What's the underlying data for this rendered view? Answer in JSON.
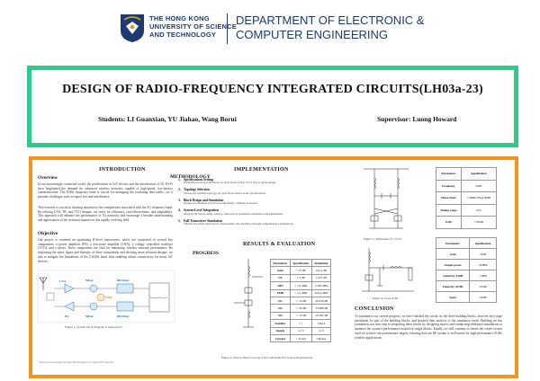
{
  "header": {
    "university_lines": [
      "THE HONG KONG",
      "UNIVERSITY OF SCIENCE",
      "AND TECHNOLOGY"
    ],
    "department_lines": [
      "DEPARTMENT OF ELECTRONIC &",
      "COMPUTER ENGINEERING"
    ]
  },
  "title": "DESIGN OF RADIO-FREQUENCY INTEGRATED CIRCUITS(LH03a-23)",
  "students": "Students: LI Guanxian, YU Jiahao, Wang Borui",
  "supervisor": "Supervisor: Luong Howard",
  "introduction": {
    "heading": "INTRODUCTION",
    "overview_heading": "Overview",
    "overview_text": "In our increasingly connected world, the proliferation of IoT devices and the introduction of 5G Wi-Fi have heightened the demand for advanced wireless networks capable of high-speed, low-latency communication. The 5GHz frequency band is crucial for managing the escalating data traffic, yet it presents challenges such as signal loss and interference.",
    "overview_text2": "This research is crucial in drawing attention to the complexities associated with the 5G frequency band. By refining LNA, PA, and VCO designs, we strive for efficiency, cost-effectiveness, and adaptability. This approach will enhance the performance of 5G networks and encourage a broader understanding and appreciation of the technical nuances in this rapidly evolving field.",
    "objective_heading": "Objective",
    "objective_text": "Our project is centered on optimizing R-level transceivers, which are comprised of several key components: a power amplifier (PA), a low-noise amplifier (LNA), a voltage controlled oscillator (VCO), and a mixer. These components are vital for enhancing wireless network performance. By improving the noise figure and linearity of these components and devising more efficient designs, we aim to mitigate the limitations of the 2.4GHz band, thus enabling robust connectivity for many IoT devices.",
    "block_labels": [
      "LNA",
      "Mixer",
      "VCO",
      "BB Filter",
      "PA",
      "Mixer",
      "BB Filter",
      "Baseband Processor"
    ],
    "figure_caption": "Figure 1. System block diagram of transceiver*",
    "footnote": "* https://www.researchgate.net/figure/Block-diagram-of-a-typical-RF-transceiver"
  },
  "implementation": {
    "heading": "IMPLEMENTATION",
    "methodology_heading": "METHODOLOGY",
    "steps": [
      {
        "title": "Specifications Setting",
        "desc": "Establish precise specifications for each block (LNA, VCO, PA) to guide design."
      },
      {
        "title": "Topology Selection",
        "desc": "Choose the optimal topology for each block based on the specifications."
      },
      {
        "title": "Block Design and Simulation",
        "desc": "Design and simulate each block individually, refining as needed."
      },
      {
        "title": "System-Level Integration",
        "desc": "Integrate all blocks using cadence, followed by systematic simulation and adjustments."
      },
      {
        "title": "Full Transceiver Simulation",
        "desc": "Validate the entire transceiver's functionality and reliability through comprehensive simulations."
      }
    ]
  },
  "results": {
    "heading": "RESULTS & EVALUATION",
    "progress_heading": "PROGRESS",
    "lna_table": {
      "headers": [
        "Parameters",
        "Specification",
        "Simulation"
      ],
      "rows": [
        [
          "Gain",
          "> 15 dB",
          "16.14 dB"
        ],
        [
          "NF",
          "< 3 dB",
          "1.675 dB"
        ],
        [
          "IIP3",
          "> -10 dBm",
          "-2.063 dBm"
        ],
        [
          "P1dB",
          "> -15 dBm",
          "-8.474 dBm"
        ],
        [
          "S11",
          "< -10 dB",
          "-20.918 dB"
        ],
        [
          "S12",
          "< -30 dB",
          "-75.988 dB"
        ],
        [
          "S22",
          "< -10 dB",
          "-10.362 dB"
        ],
        [
          "Stability",
          "> 1",
          "1.8e14"
        ],
        [
          "Supply",
          "1.2 V",
          "1.2 V"
        ],
        [
          "Current",
          "< 10 mA",
          "7.99 mA"
        ]
      ]
    },
    "lna_caption": "Figure 2. Narrow Band Cascode LNA with Inductive Source Degeneration",
    "vco_caption": "Figure 3. Differential LC VCO",
    "pa_caption": "Figure 4. Class-E PA",
    "vco_table": {
      "headers": [
        "Parameters",
        "Specification"
      ],
      "rows": [
        [
          "Frequency",
          "5GHz"
        ],
        [
          "Phase Noise",
          "<-98dBc/Hz@1MHz"
        ],
        [
          "Tuning range",
          "10%"
        ],
        [
          "FoM",
          ">183dB"
        ]
      ]
    },
    "pa_table": {
      "headers": [
        "Parameters",
        "Specification"
      ],
      "rows": [
        [
          "Gain",
          "25dB"
        ],
        [
          "Output power",
          "20dBm"
        ],
        [
          "Linearity, P1dB",
          "-7dBm"
        ],
        [
          "Linearity, ACPR",
          "-25dBc"
        ],
        [
          "Spurs",
          "-70dBc"
        ]
      ]
    }
  },
  "conclusion": {
    "heading": "CONCLUSION",
    "text": "To summarize our current progress, we have finished the circuit for the three building blocks, done the first stage simulation for part of the building blocks, and finished their analysis of the simulation result. Building on this foundation, our next step is integrating these blocks by designing mixers and conducting additional simulations to optimize the system's performance instead of single blocks. Finally, we will continue to iterate the whole system until we achieve our performance targets, ensuring that our RF system is well-suited for high-performance 5GHz wireless applications."
  },
  "colors": {
    "accent_green": "#2ecc8a",
    "accent_orange": "#f7941d",
    "brand_blue": "#1f3a6e"
  }
}
